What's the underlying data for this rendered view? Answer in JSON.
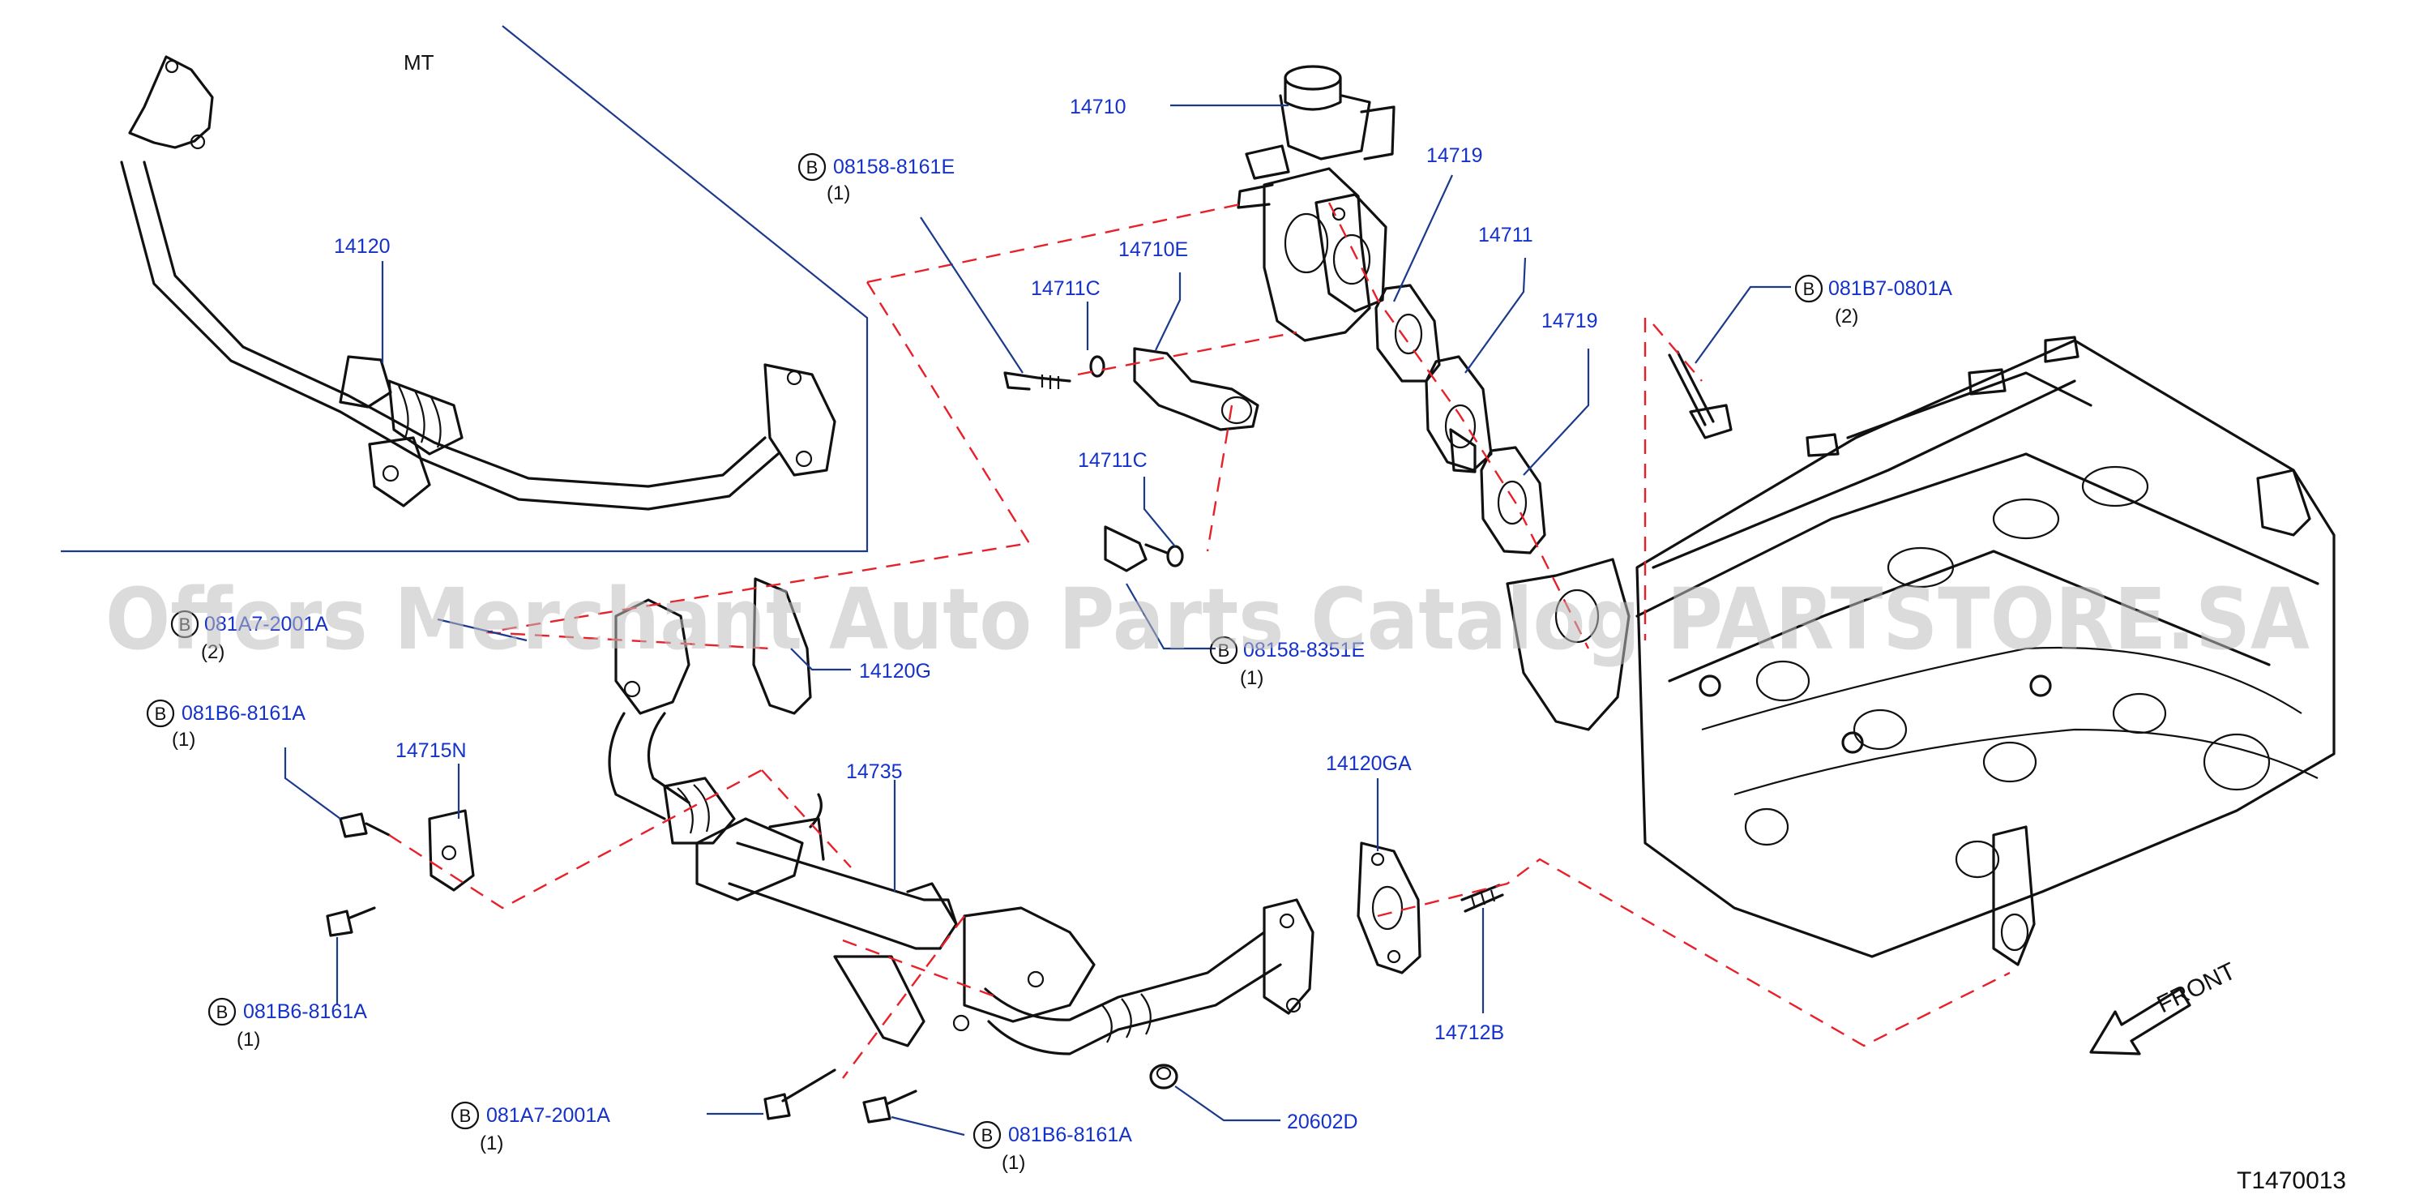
{
  "diagram": {
    "inset_label": "MT",
    "figure_code": "T1470013",
    "front_label": "FRONT",
    "watermark": "Offers Merchant Auto Parts Catalog PARTSTORE.SA",
    "bolt_marker": "B"
  },
  "parts": [
    {
      "id": "p14710",
      "number": "14710"
    },
    {
      "id": "p08158_8161e",
      "number": "08158-8161E",
      "qty": "(1)"
    },
    {
      "id": "p14719_a",
      "number": "14719"
    },
    {
      "id": "p14711",
      "number": "14711"
    },
    {
      "id": "p14710e",
      "number": "14710E"
    },
    {
      "id": "p14711c_a",
      "number": "14711C"
    },
    {
      "id": "p14719_b",
      "number": "14719"
    },
    {
      "id": "p081b7_0801a",
      "number": "081B7-0801A",
      "qty": "(2)"
    },
    {
      "id": "p14120",
      "number": "14120"
    },
    {
      "id": "p14711c_b",
      "number": "14711C"
    },
    {
      "id": "p081a_2001",
      "number": "081A7-2001A",
      "qty": "(2)"
    },
    {
      "id": "p14120g",
      "number": "14120G"
    },
    {
      "id": "p08158_8351e",
      "number": "08158-8351E",
      "qty": "(1)"
    },
    {
      "id": "p081b6_8161a_a",
      "number": "081B6-8161A",
      "qty": "(1)"
    },
    {
      "id": "p14715n",
      "number": "14715N"
    },
    {
      "id": "p14735",
      "number": "14735"
    },
    {
      "id": "p14120ga",
      "number": "14120GA"
    },
    {
      "id": "p081b6_8161a_b",
      "number": "081B6-8161A",
      "qty": "(1)"
    },
    {
      "id": "p14712b",
      "number": "14712B"
    },
    {
      "id": "p081a7_2001a",
      "number": "081A7-2001A",
      "qty": "(1)"
    },
    {
      "id": "p20602d",
      "number": "20602D"
    },
    {
      "id": "p081b6_8161a_c",
      "number": "081B6-8161A",
      "qty": "(1)"
    }
  ]
}
